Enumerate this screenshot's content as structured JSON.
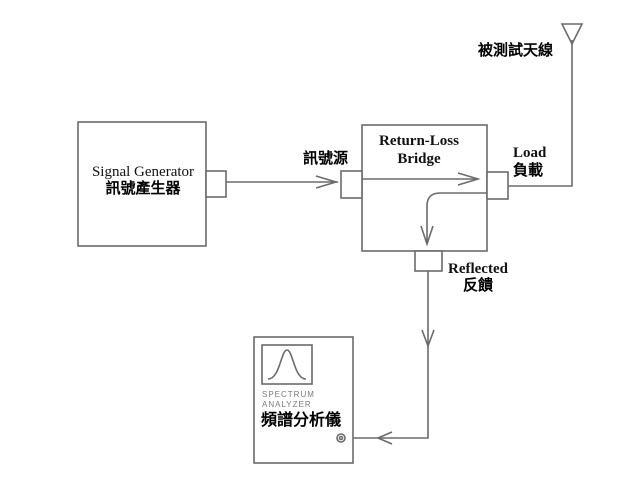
{
  "diagram": {
    "signal_generator": {
      "label_en": "Signal Generator",
      "label_zh": "訊號產生器"
    },
    "source": {
      "label_zh": "訊號源"
    },
    "bridge": {
      "label_line1": "Return-Loss",
      "label_line2": "Bridge"
    },
    "load": {
      "label_en": "Load",
      "label_zh": "負載"
    },
    "antenna": {
      "label_zh": "被測試天線"
    },
    "reflected": {
      "label_en": "Reflected",
      "label_zh": "反饋"
    },
    "spectrum_analyzer": {
      "label_line1": "SPECTRUM",
      "label_line2": "ANALYZER",
      "label_zh": "頻譜分析儀"
    },
    "colors": {
      "line": "#6b6b6b",
      "text": "#111111",
      "background": "#ffffff"
    }
  }
}
